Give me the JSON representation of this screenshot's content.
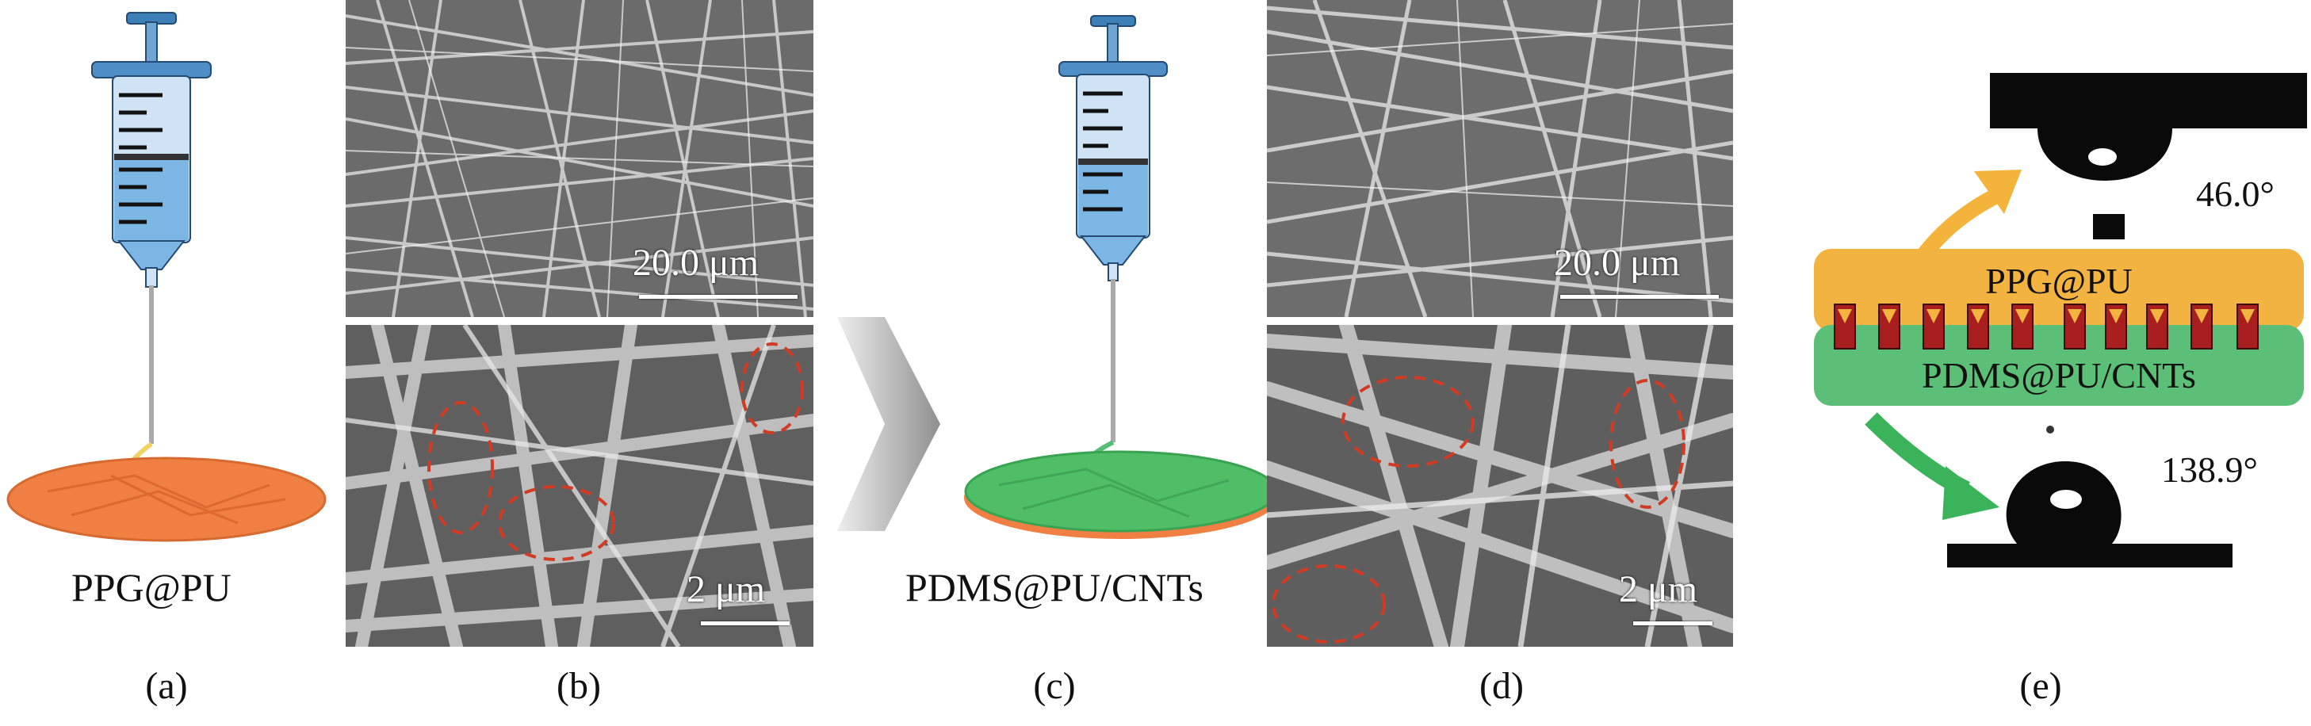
{
  "panels": {
    "a": {
      "letter": "(a)",
      "caption": "PPG@PU",
      "fiber_color": "#f2d262",
      "disk_color": "#ef7f43",
      "fluid_color": "#7bb6e4"
    },
    "b": {
      "letter": "(b)",
      "top_scale": "20.0 μm",
      "bottom_scale": "2 μm"
    },
    "c": {
      "letter": "(c)",
      "caption": "PDMS@PU/CNTs",
      "fiber_color": "#55be74",
      "disk_color": "#4fbe66",
      "fluid_color": "#7bb6e4"
    },
    "d": {
      "letter": "(d)",
      "top_scale": "20.0 μm",
      "bottom_scale": "2 μm"
    },
    "e": {
      "letter": "(e)",
      "top_layer": "PPG@PU",
      "bottom_layer": "PDMS@PU/CNTs",
      "top_angle": "46.0°",
      "bottom_angle": "138.9°",
      "top_layer_color": "#f3b340",
      "bottom_layer_color": "#5bbf77",
      "arrow_up_color": "#f4b43c",
      "arrow_down_color": "#3bb35a"
    }
  }
}
